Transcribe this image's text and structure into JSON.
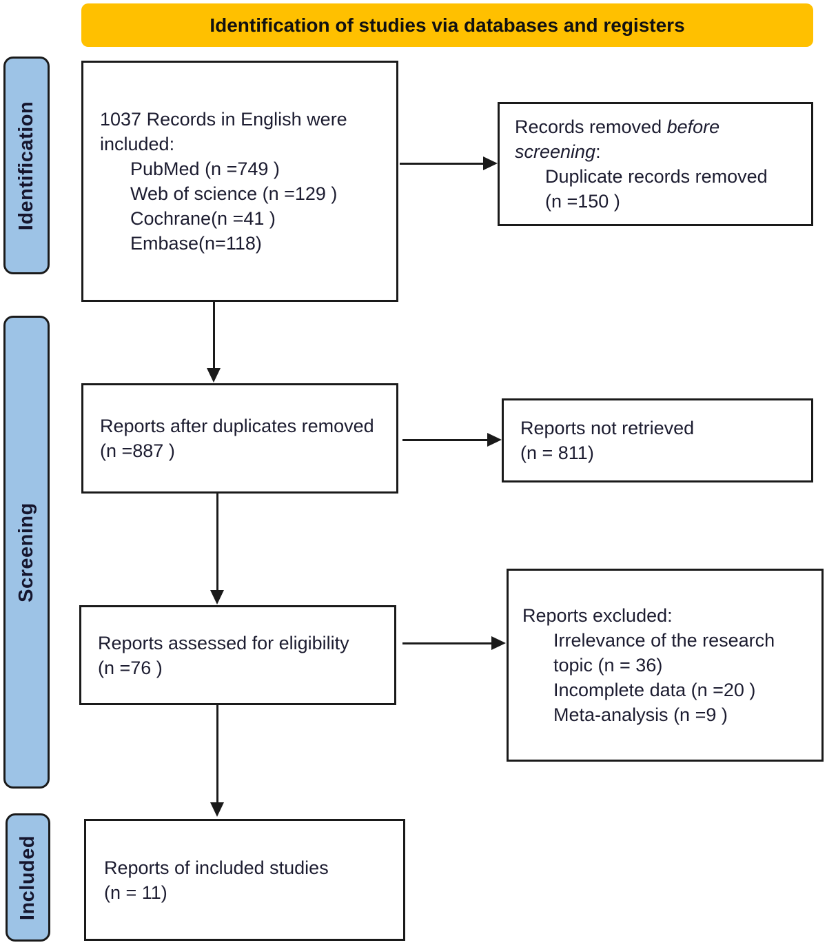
{
  "banner": {
    "title": "Identification of studies via databases and registers"
  },
  "sidebar": {
    "identification": "Identification",
    "screening": "Screening",
    "included": "Included"
  },
  "boxes": {
    "records_included": {
      "line1": "1037 Records in English were",
      "line2": "included:",
      "sources": [
        "PubMed (n =749 )",
        "Web of science (n =129 )",
        "Cochrane(n =41 )",
        "Embase(n=118)"
      ]
    },
    "records_removed": {
      "l1_text": "Records removed ",
      "l1_italic": "before",
      "l2_italic": "screening",
      "l2_suffix": ":",
      "detail_line1": "Duplicate records removed",
      "detail_line2": "(n =150 )"
    },
    "after_duplicates": {
      "line1": "Reports after duplicates removed",
      "line2": "(n =887 )"
    },
    "not_retrieved": {
      "line1": "Reports not retrieved",
      "line2": "(n = 811)"
    },
    "assessed": {
      "line1": "Reports assessed for eligibility",
      "line2": "(n =76 )"
    },
    "excluded": {
      "title": "Reports excluded:",
      "reasons": [
        "Irrelevance of the research topic (n = 36)",
        "Incomplete data (n =20 )",
        "Meta-analysis (n =9 )"
      ]
    },
    "included_studies": {
      "line1": "Reports of included studies",
      "line2": "(n = 11)"
    }
  },
  "colors": {
    "banner_bg": "#FFC000",
    "stage_bg": "#9DC3E6",
    "line": "#1a1a1a",
    "text": "#1c1c30"
  }
}
